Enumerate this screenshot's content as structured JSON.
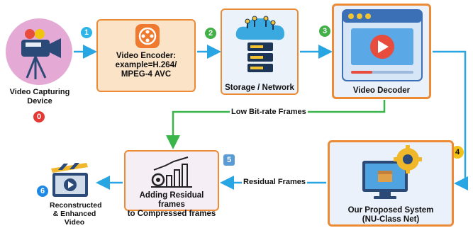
{
  "nodes": {
    "camera": {
      "label_line1": "Video Capturing",
      "label_line2": "Device"
    },
    "encoder": {
      "line1": "Video Encoder:",
      "line2": "example=H.264/",
      "line3": "MPEG-4 AVC"
    },
    "storage": {
      "label": "Storage / Network"
    },
    "decoder": {
      "label": "Video Decoder"
    },
    "adder": {
      "line1": "Adding Residual frames",
      "line2": "to Compressed frames"
    },
    "proposed": {
      "line1": "Our Proposed System",
      "line2": "(NU-Class Net)"
    },
    "output": {
      "line1": "Reconstructed",
      "line2": "& Enhanced",
      "line3": "Video"
    }
  },
  "steps": {
    "s0": "0",
    "s1": "1",
    "s2": "2",
    "s3": "3",
    "s4": "4",
    "s5": "5",
    "s6": "6"
  },
  "edges": {
    "low_bitrate": "Low Bit-rate Frames",
    "residual": "Residual Frames"
  },
  "colors": {
    "arrow_blue": "#27a6e3",
    "arrow_green": "#39b54a",
    "box_border": "#ec8a35"
  }
}
